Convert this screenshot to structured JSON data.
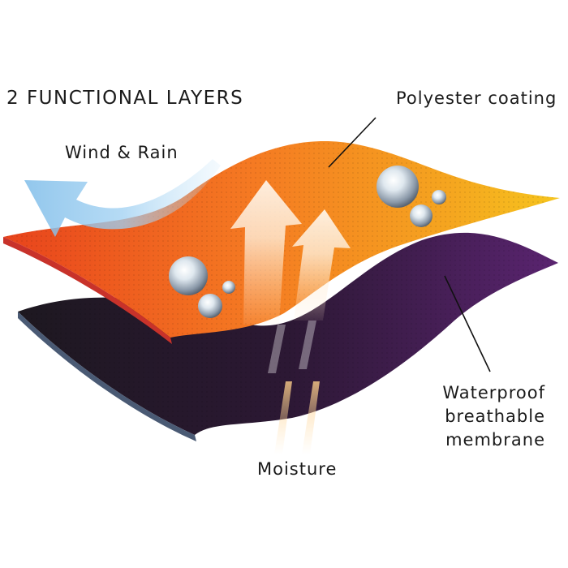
{
  "title": "2 FUNCTIONAL LAYERS",
  "labels": {
    "coating": "Polyester coating",
    "wind": "Wind & Rain",
    "membrane_line1": "Waterproof",
    "membrane_line2": "breathable",
    "membrane_line3": "membrane",
    "moisture": "Moisture"
  },
  "colors": {
    "coating_orange": "#f26a1f",
    "coating_yellow": "#f5b31e",
    "membrane_purple": "#3a1a4a",
    "membrane_edge": "#4a5a74",
    "wind_arrow": "#8cc6ec",
    "vapor_arrow": "#fff2e0"
  }
}
